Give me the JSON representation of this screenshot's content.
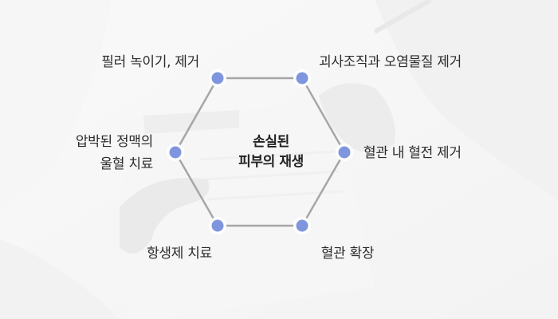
{
  "diagram": {
    "center": {
      "line1": "손실된",
      "line2": "피부의 재생"
    },
    "nodes": [
      {
        "id": "top-left",
        "label": "필러 녹이기, 제거"
      },
      {
        "id": "top-right",
        "label": "괴사조직과 오염물질 제거"
      },
      {
        "id": "right",
        "label": "혈관 내 혈전 제거"
      },
      {
        "id": "bottom-right",
        "label": "혈관 확장"
      },
      {
        "id": "bottom-left",
        "label": "항생제 치료"
      },
      {
        "id": "left",
        "line1": "압박된 정맥의",
        "line2": "울혈 치료"
      }
    ]
  },
  "colors": {
    "line": "#a6a6a6",
    "node_fill": "#7f96df",
    "node_ring": "#ffffff",
    "text": "#2b2b2b"
  }
}
